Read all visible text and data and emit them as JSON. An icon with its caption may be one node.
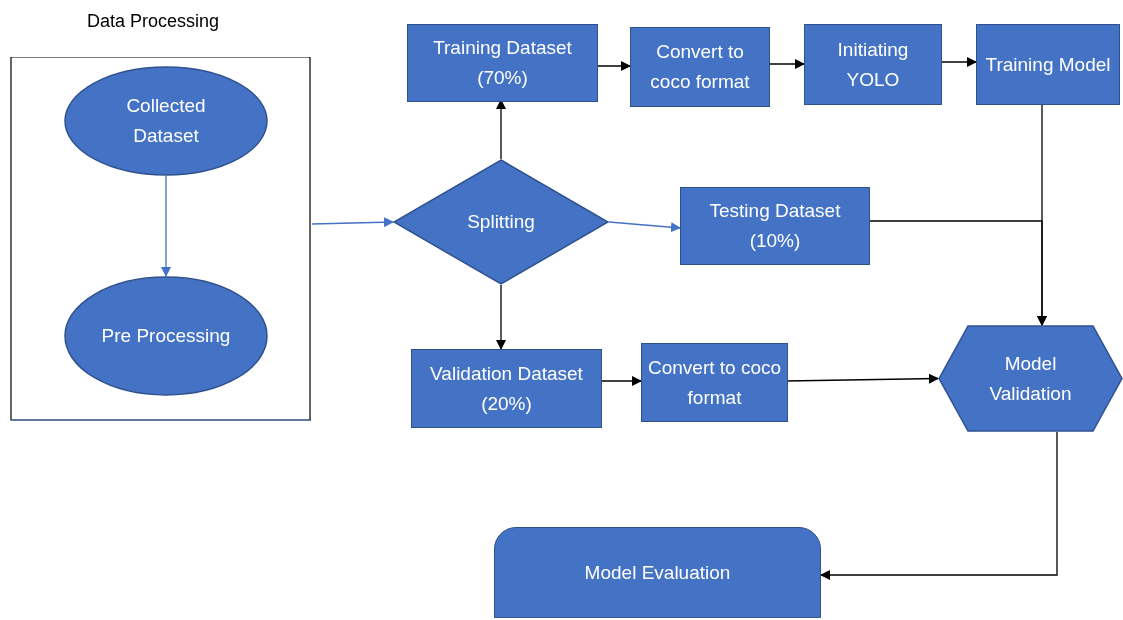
{
  "diagram": {
    "nodes": [
      {
        "text": [
          "Data Processing"
        ]
      },
      {
        "text": [
          "Collected Dataset"
        ],
        "in": 0
      },
      {
        "text": [
          "Pre Processing"
        ],
        "in": 0
      },
      {
        "text": [
          "Splitting"
        ]
      },
      {
        "text": [
          "Training Dataset (70%)"
        ]
      },
      {
        "text": [
          "Convert to coco format"
        ]
      },
      {
        "text": [
          "Initiating YOLO"
        ]
      },
      {
        "text": [
          "Training Model"
        ]
      },
      {
        "text": [
          "Testing Dataset (10%)"
        ]
      },
      {
        "text": [
          "Validation Dataset (20%)"
        ]
      },
      {
        "text": [
          "Convert to coco format"
        ]
      },
      {
        "text": [
          "Model Validation"
        ]
      },
      {
        "text": [
          "Model Evaluation"
        ]
      }
    ],
    "edges": [
      {
        "from": 1,
        "to": 2,
        "arrow": "to",
        "color": "#4472c4"
      },
      {
        "from": 0,
        "to": 3,
        "arrow": "to",
        "color": "#4472c4"
      },
      {
        "from": 3,
        "to": 4,
        "arrow": "to"
      },
      {
        "from": 4,
        "to": 5,
        "arrow": "to"
      },
      {
        "from": 5,
        "to": 6,
        "arrow": "to"
      },
      {
        "from": 6,
        "to": 7,
        "arrow": "to"
      },
      {
        "from": 3,
        "to": 8,
        "arrow": "to",
        "color": "#4472c4"
      },
      {
        "from": 3,
        "to": 9,
        "arrow": "to"
      },
      {
        "from": 9,
        "to": 10,
        "arrow": "to"
      },
      {
        "from": 10,
        "to": 11,
        "arrow": "to"
      },
      {
        "from": 7,
        "to": 11,
        "arrow": "to"
      },
      {
        "from": 8,
        "to": 11,
        "arrow": "to"
      },
      {
        "from": 11,
        "to": 12,
        "arrow": "to"
      }
    ]
  }
}
